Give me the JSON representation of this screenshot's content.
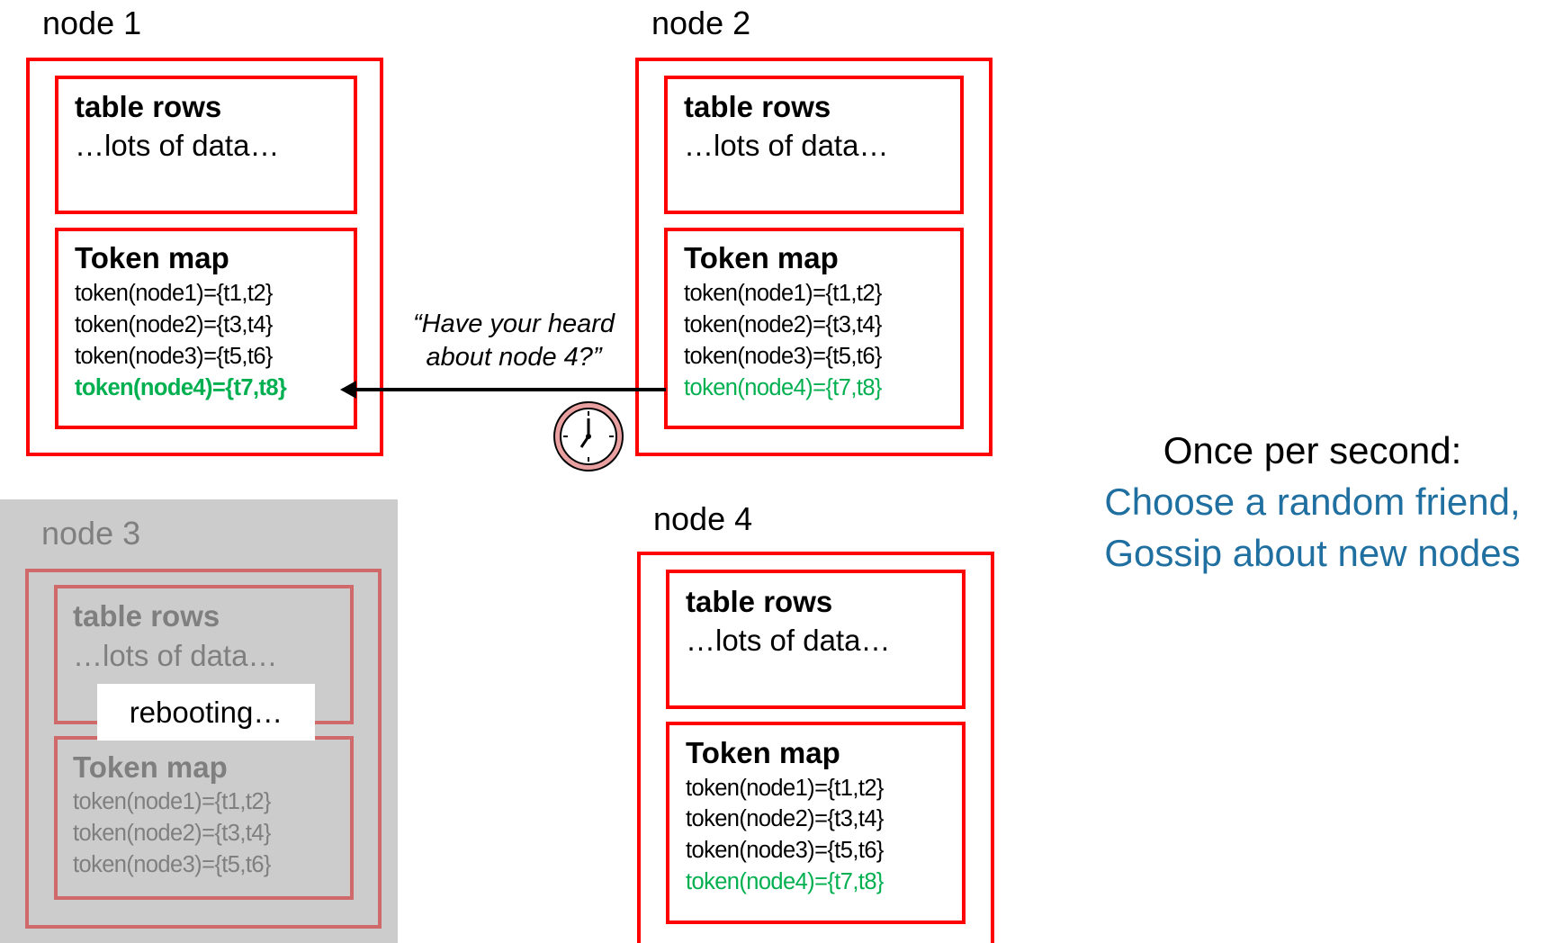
{
  "colors": {
    "box_border": "#ff0000",
    "new_token": "#00b050",
    "dim_text": "#7f7f7f",
    "node3_panel": "#cccccc",
    "note_blue": "#1f6fa0"
  },
  "nodes": {
    "node1": {
      "label": "node 1",
      "table_title": "table rows",
      "table_text": "…lots of data…",
      "token_title": "Token map",
      "tokens": [
        "token(node1)={t1,t2}",
        "token(node2)={t3,t4}",
        "token(node3)={t5,t6}",
        "token(node4)={t7,t8}"
      ]
    },
    "node2": {
      "label": "node 2",
      "table_title": "table rows",
      "table_text": "…lots of data…",
      "token_title": "Token map",
      "tokens": [
        "token(node1)={t1,t2}",
        "token(node2)={t3,t4}",
        "token(node3)={t5,t6}",
        "token(node4)={t7,t8}"
      ]
    },
    "node3": {
      "label": "node 3",
      "table_title": "table rows",
      "table_text": "…lots of data…",
      "status": "rebooting…",
      "token_title": "Token map",
      "tokens": [
        "token(node1)={t1,t2}",
        "token(node2)={t3,t4}",
        "token(node3)={t5,t6}"
      ]
    },
    "node4": {
      "label": "node 4",
      "table_title": "table rows",
      "table_text": "…lots of data…",
      "token_title": "Token map",
      "tokens": [
        "token(node1)={t1,t2}",
        "token(node2)={t3,t4}",
        "token(node3)={t5,t6}",
        "token(node4)={t7,t8}"
      ]
    }
  },
  "gossip_message": {
    "line1": "“Have your heard",
    "line2": "about node 4?”"
  },
  "icons": {
    "timer": "clock-icon",
    "message": "arrow-left-icon"
  },
  "note": {
    "line1": "Once per second:",
    "line2": "Choose a random friend,",
    "line3": "Gossip about new nodes"
  }
}
